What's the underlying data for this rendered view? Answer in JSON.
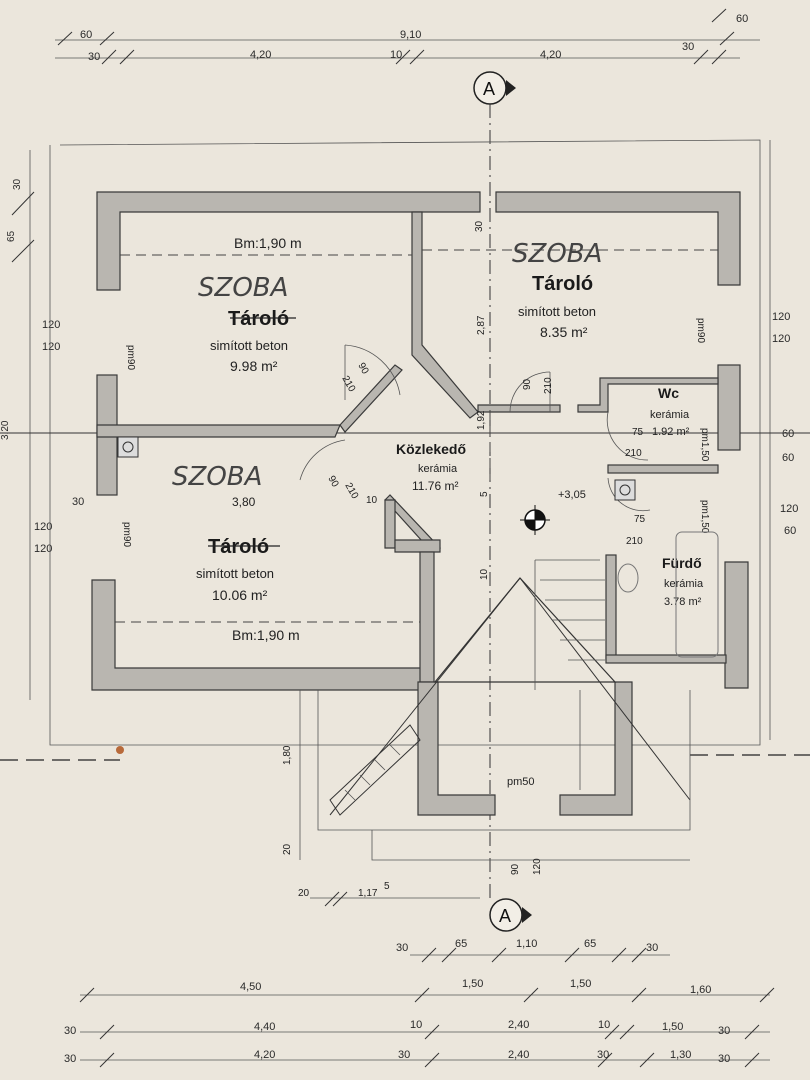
{
  "dimensions": {
    "top_row1": [
      "60",
      "9,10",
      "60"
    ],
    "top_row2": [
      "30",
      "4,20",
      "10",
      "4,20",
      "30"
    ],
    "left": [
      "30",
      "65",
      "120",
      "120",
      "3,20",
      "30",
      "120",
      "120"
    ],
    "right": [
      "120",
      "120",
      "60",
      "60",
      "120",
      "60"
    ],
    "bottom_row1": [
      "30",
      "65",
      "1,10",
      "65",
      "30"
    ],
    "bottom_row2": [
      "4,50",
      "1,50",
      "1,50",
      "1,60"
    ],
    "bottom_row3": [
      "30",
      "4,40",
      "10",
      "2,40",
      "10",
      "1,50",
      "30"
    ],
    "bottom_row4": [
      "30",
      "4,20",
      "30",
      "2,40",
      "30",
      "1,30",
      "30"
    ],
    "stair_side": [
      "20",
      "1,17",
      "5",
      "1,80",
      "20"
    ],
    "interior": [
      "30",
      "2,87",
      "5",
      "90",
      "210",
      "10",
      "1,92",
      "5",
      "10",
      "10",
      "90",
      "120"
    ]
  },
  "section_marker": "A",
  "rooms": {
    "room1": {
      "height_note": "Bm:1,90 m",
      "handwritten": "SZOBA",
      "name": "Tároló",
      "finish": "simított beton",
      "area": "9.98 m²",
      "door_w": "90",
      "door_h": "210",
      "window": "pm90"
    },
    "room2": {
      "handwritten": "SZOBA",
      "name": "Tároló",
      "finish": "simított beton",
      "area": "8.35 m²",
      "door_w": "90",
      "door_h": "210",
      "window": "pm90"
    },
    "room3": {
      "handwritten": "SZOBA",
      "width": "3,80",
      "name": "Tároló",
      "finish": "simított beton",
      "area": "10.06 m²",
      "height_note": "Bm:1,90 m",
      "door_w": "90",
      "door_h": "210",
      "door_gap": "10",
      "window": "pm90"
    },
    "hall": {
      "name": "Közlekedő",
      "finish": "kerámia",
      "area": "11.76 m²",
      "level": "+3,05"
    },
    "wc": {
      "name": "Wc",
      "finish": "kerámia",
      "area": "1.92 m²",
      "door_w": "75",
      "door_h": "210",
      "window": "pm1,50"
    },
    "bath": {
      "name": "Fürdő",
      "finish": "kerámia",
      "area": "3.78 m²",
      "door_w": "75",
      "door_h": "210",
      "window": "pm1,50"
    },
    "landing": {
      "window": "pm50"
    }
  }
}
